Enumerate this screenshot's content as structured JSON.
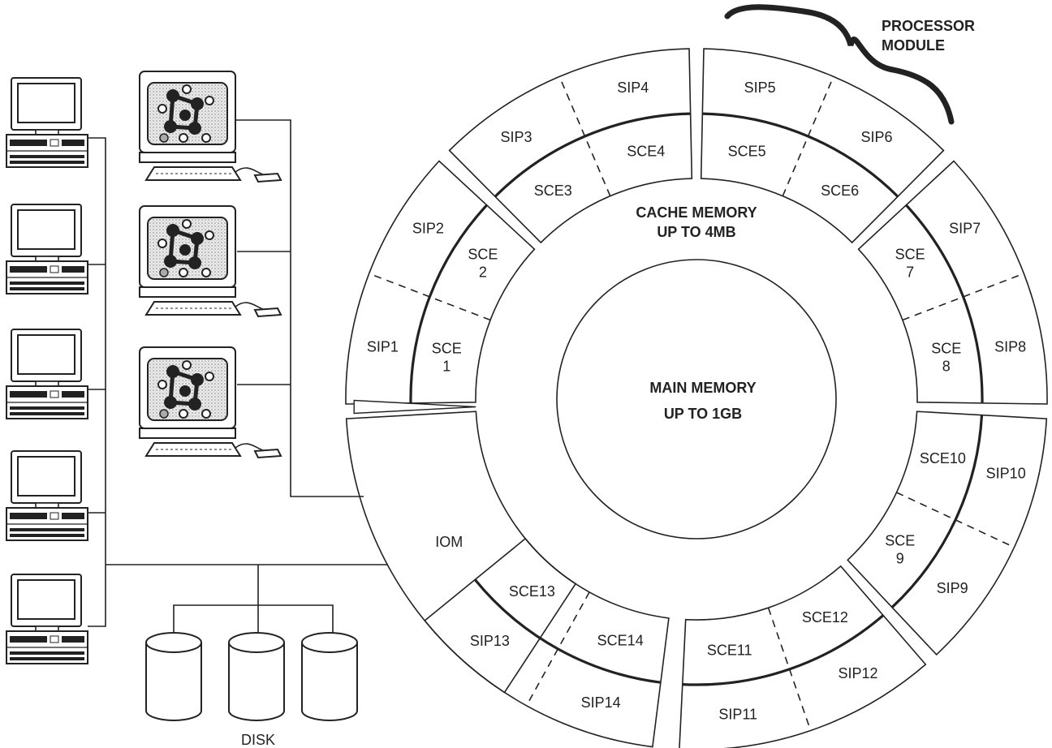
{
  "labels": {
    "main_memory_line1": "MAIN  MEMORY",
    "main_memory_line2": "UP TO 1GB",
    "cache_memory_line1": "CACHE  MEMORY",
    "cache_memory_line2": "UP TO 4MB",
    "processor_module_line1": "PROCESSOR",
    "processor_module_line2": "MODULE",
    "iom": "IOM",
    "disk": "DISK"
  },
  "modules": [
    {
      "sip_a": "SIP1",
      "sip_b": "SIP2",
      "sce_a": [
        "SCE",
        "1"
      ],
      "sce_b": [
        "SCE",
        "2"
      ]
    },
    {
      "sip_a": "SIP3",
      "sip_b": "SIP4",
      "sce_a": [
        "SCE3"
      ],
      "sce_b": [
        "SCE4"
      ]
    },
    {
      "sip_a": "SIP5",
      "sip_b": "SIP6",
      "sce_a": [
        "SCE5"
      ],
      "sce_b": [
        "SCE6"
      ]
    },
    {
      "sip_a": "SIP7",
      "sip_b": "SIP8",
      "sce_a": [
        "SCE",
        "7"
      ],
      "sce_b": [
        "SCE",
        "8"
      ]
    },
    {
      "sip_a": "SIP9",
      "sip_b": "SIP10",
      "sce_a": [
        "SCE",
        "9"
      ],
      "sce_b": [
        "SCE10"
      ]
    },
    {
      "sip_a": "SIP11",
      "sip_b": "SIP12",
      "sce_a": [
        "SCE11"
      ],
      "sce_b": [
        "SCE12"
      ]
    },
    {
      "sip_a": "SIP13",
      "sip_b": "SIP14",
      "sce_a": [
        "SCE13"
      ],
      "sce_b": [
        "SCE14"
      ]
    }
  ],
  "colors": {
    "line": "#222222",
    "screen_pattern": "#bdbdbd",
    "background": "#ffffff"
  }
}
